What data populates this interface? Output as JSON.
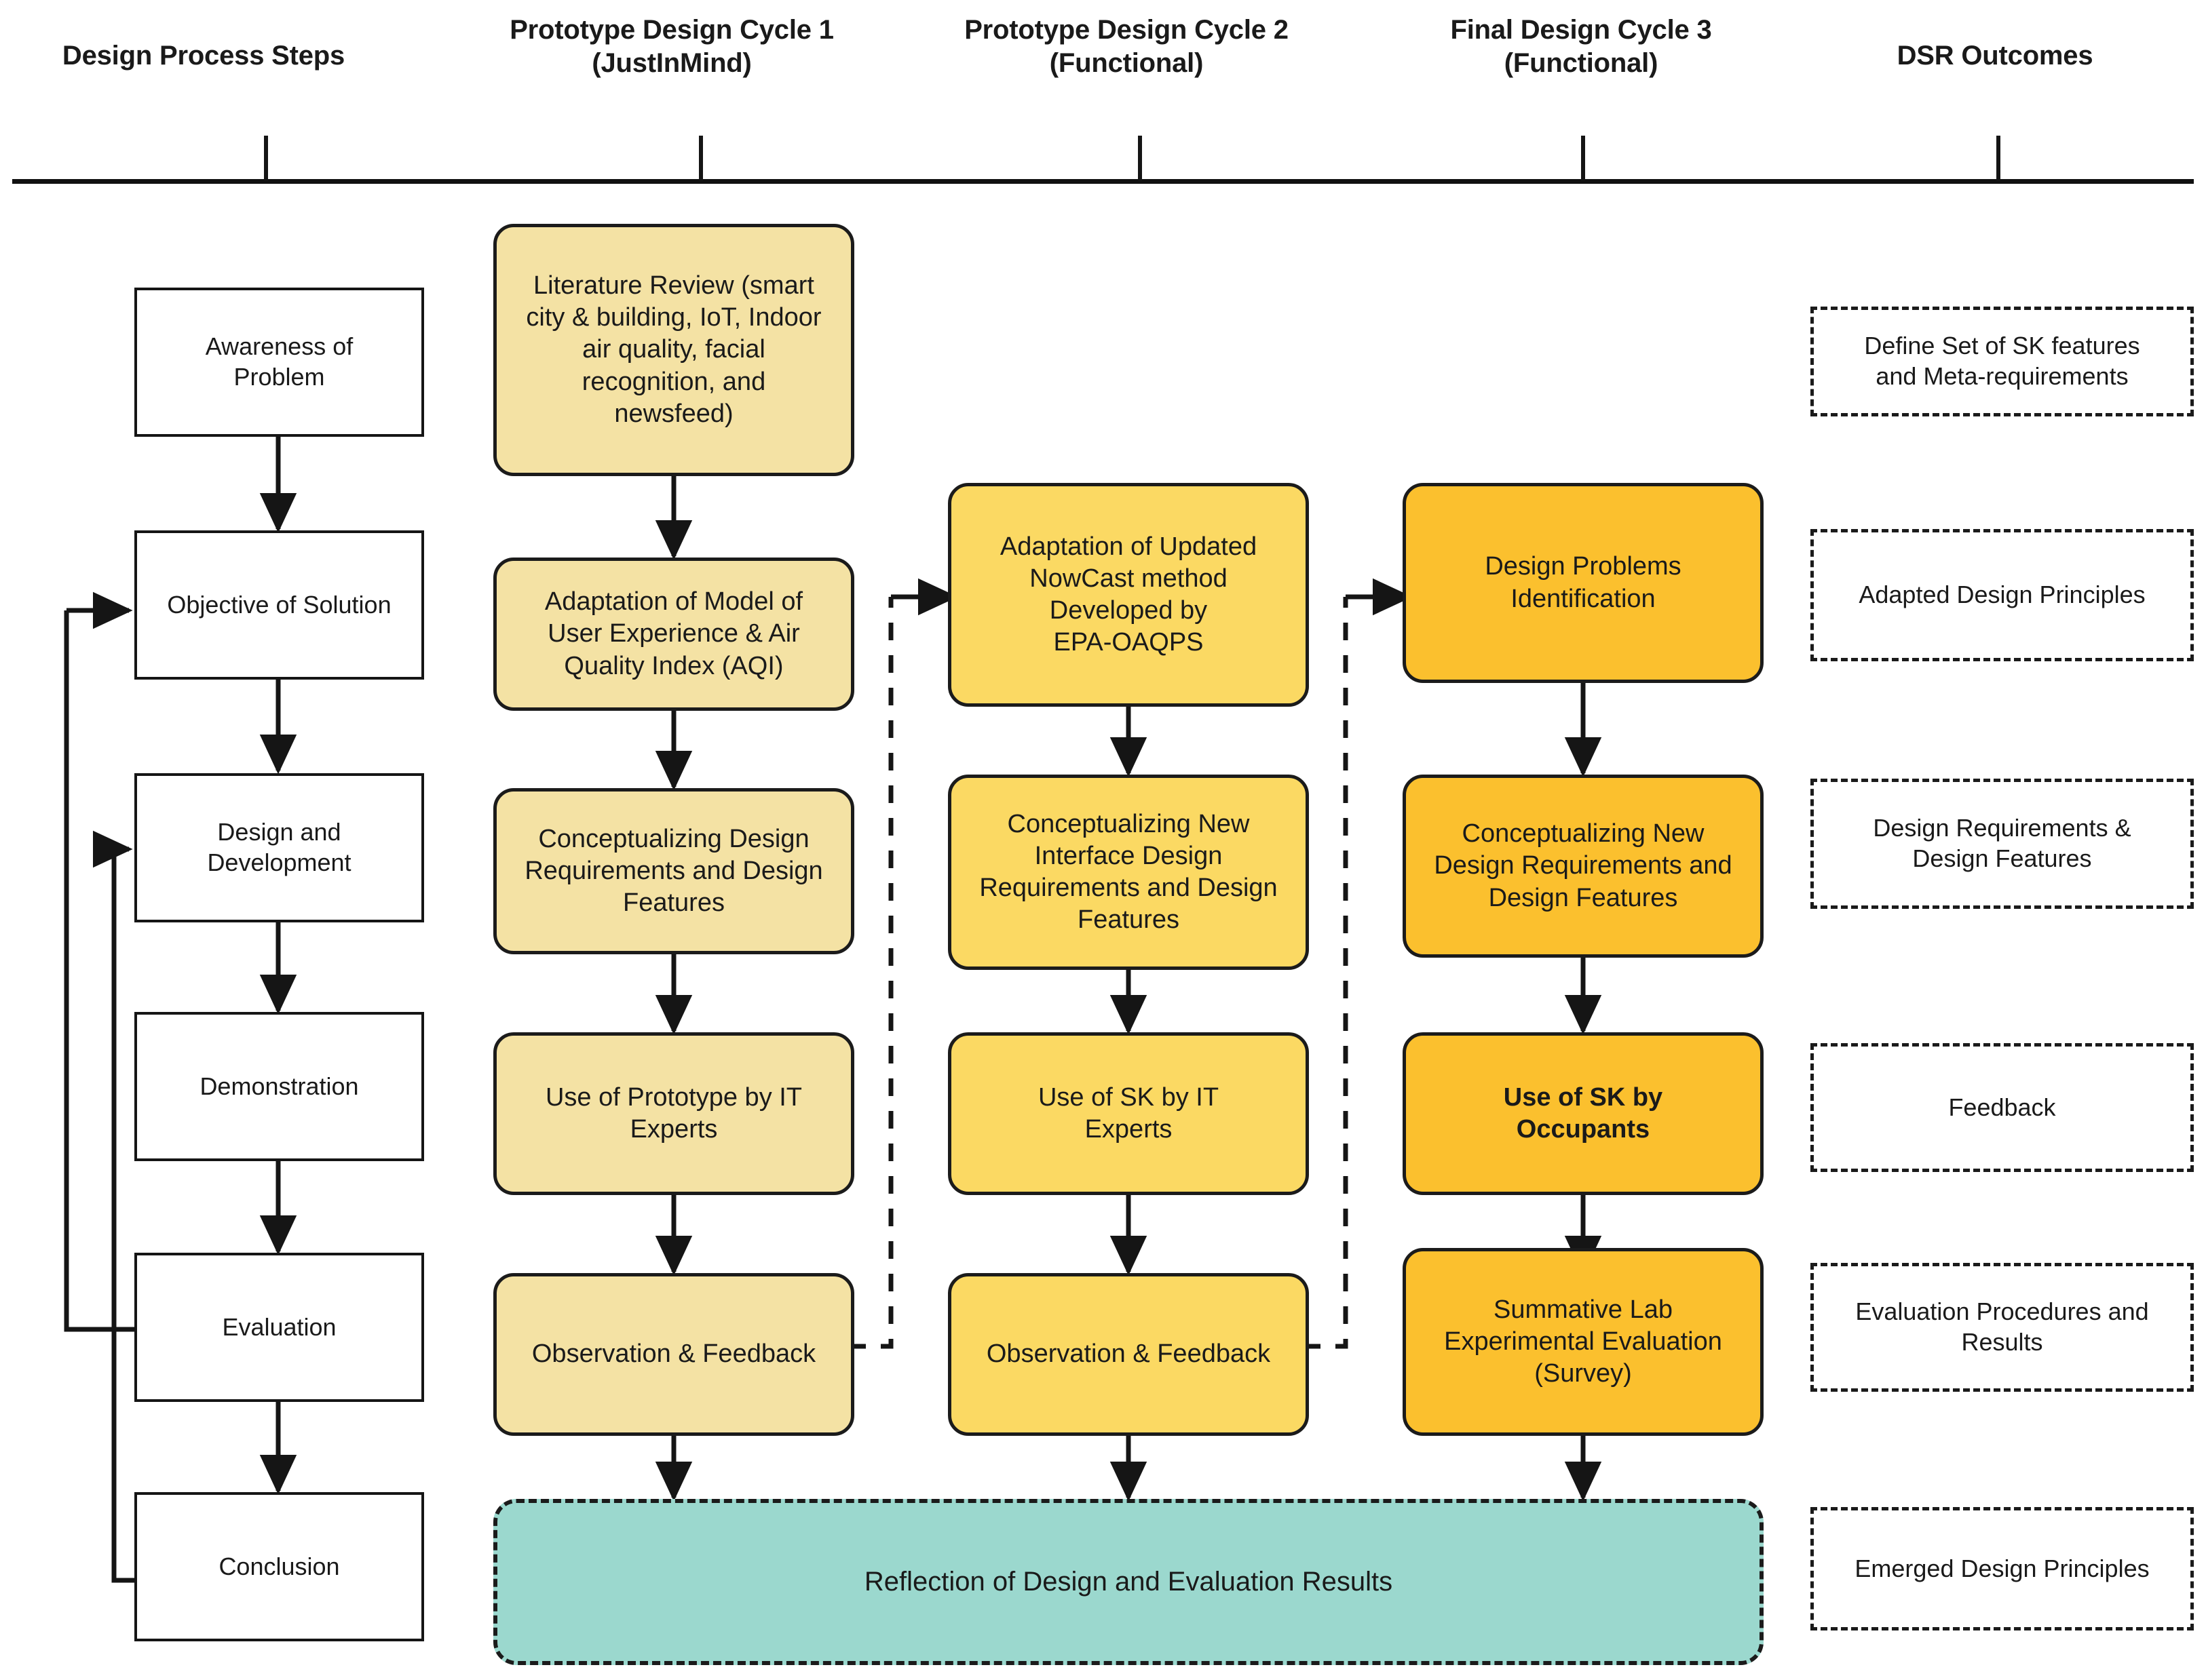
{
  "diagram": {
    "title": "Design Science Research (DSR) Process Diagram",
    "colors": {
      "cycle1_fill": "#F4E2A4",
      "cycle2_fill": "#FBD963",
      "cycle3_fill": "#FBC02E",
      "reflection_fill": "#9BD8CE",
      "stroke": "#1b1b1b",
      "plain_fill": "#FFFFFF"
    }
  },
  "headers": [
    {
      "id": "design-process-steps",
      "label": "Design Process Steps"
    },
    {
      "id": "prototype-design-cycle-1",
      "label": "Prototype Design Cycle 1\n(JustInMind)"
    },
    {
      "id": "prototype-design-cycle-2",
      "label": "Prototype Design Cycle 2\n(Functional)"
    },
    {
      "id": "final-design-cycle-3",
      "label": "Final Design Cycle 3\n(Functional)"
    },
    {
      "id": "dsr-outcomes",
      "label": "DSR Outcomes"
    }
  ],
  "design_process_steps": [
    {
      "id": "awareness-of-problem",
      "label": "Awareness of\nProblem"
    },
    {
      "id": "objective-of-solution",
      "label": "Objective of Solution"
    },
    {
      "id": "design-and-development",
      "label": "Design and\nDevelopment"
    },
    {
      "id": "demonstration",
      "label": "Demonstration"
    },
    {
      "id": "evaluation",
      "label": "Evaluation"
    },
    {
      "id": "conclusion",
      "label": "Conclusion"
    }
  ],
  "cycle1": [
    {
      "id": "literature-review",
      "label": "Literature Review (smart\ncity & building, IoT, Indoor\nair quality, facial\nrecognition, and\nnewsfeed)"
    },
    {
      "id": "adaptation-of-model-ux-aqi",
      "label": "Adaptation of Model of\nUser Experience & Air\nQuality Index (AQI)"
    },
    {
      "id": "conceptualizing-design-requirements",
      "label": "Conceptualizing Design\nRequirements and Design\nFeatures"
    },
    {
      "id": "use-of-prototype-by-it-experts",
      "label": "Use of Prototype by IT\nExperts"
    },
    {
      "id": "observation-and-feedback-c1",
      "label": "Observation & Feedback"
    }
  ],
  "cycle2": [
    {
      "id": "adaptation-nowcast-epa-oaqps",
      "label": "Adaptation of Updated\nNowCast method\nDeveloped by\nEPA-OAQPS"
    },
    {
      "id": "conceptualizing-new-interface-design",
      "label": "Conceptualizing New\nInterface Design\nRequirements and Design\nFeatures"
    },
    {
      "id": "use-of-sk-by-it-experts",
      "label": "Use of SK by IT\nExperts"
    },
    {
      "id": "observation-and-feedback-c2",
      "label": "Observation & Feedback"
    }
  ],
  "cycle3": [
    {
      "id": "design-problems-identification",
      "label": "Design Problems\nIdentification"
    },
    {
      "id": "conceptualizing-new-design-requirements",
      "label": "Conceptualizing New\nDesign Requirements and\nDesign Features"
    },
    {
      "id": "use-of-sk-by-occupants",
      "label": "Use of SK by\nOccupants"
    },
    {
      "id": "summative-lab-experimental-evaluation",
      "label": "Summative Lab\nExperimental Evaluation\n(Survey)"
    }
  ],
  "dsr_outcomes": [
    {
      "id": "define-set-of-sk-features",
      "label": "Define Set of SK features\nand Meta-requirements"
    },
    {
      "id": "adapted-design-principles",
      "label": "Adapted Design Principles"
    },
    {
      "id": "design-requirements-and-features",
      "label": "Design Requirements &\nDesign Features"
    },
    {
      "id": "feedback",
      "label": "Feedback"
    },
    {
      "id": "evaluation-procedures-and-results",
      "label": "Evaluation Procedures and\nResults"
    },
    {
      "id": "emerged-design-principles",
      "label": "Emerged Design Principles"
    }
  ],
  "reflection": {
    "id": "reflection-of-design-and-evaluation-results",
    "label": "Reflection of Design and Evaluation Results"
  }
}
